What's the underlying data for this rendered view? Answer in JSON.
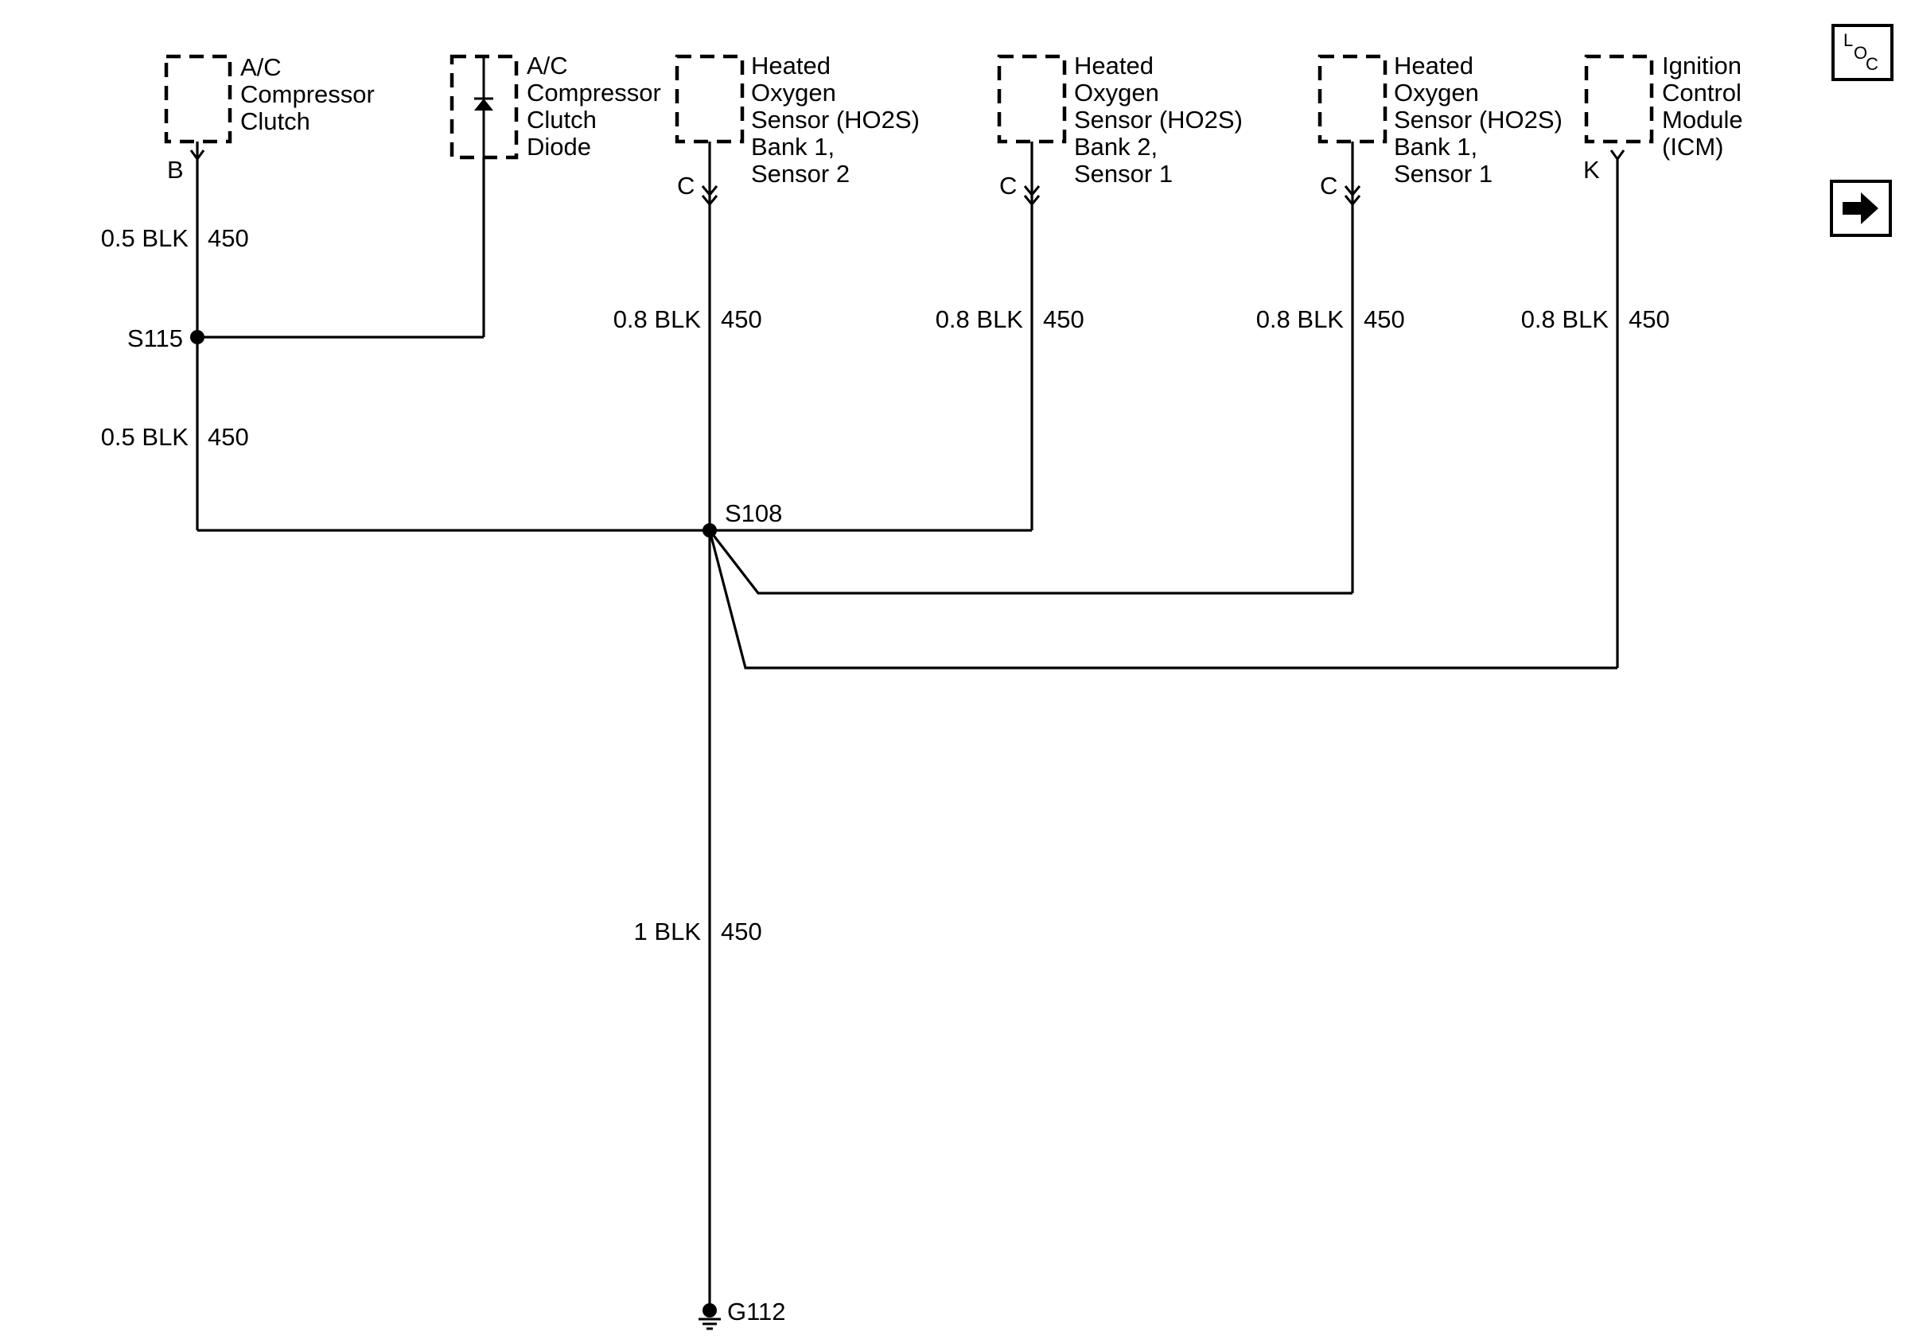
{
  "components": [
    {
      "id": "ac-clutch",
      "lines": [
        "A/C",
        "Compressor",
        "Clutch"
      ],
      "pin": "B"
    },
    {
      "id": "ac-diode",
      "lines": [
        "A/C",
        "Compressor",
        "Clutch",
        "Diode"
      ],
      "pin": ""
    },
    {
      "id": "ho2s-b1s2",
      "lines": [
        "Heated",
        "Oxygen",
        "Sensor (HO2S)",
        "Bank 1,",
        "Sensor 2"
      ],
      "pin": "C"
    },
    {
      "id": "ho2s-b2s1",
      "lines": [
        "Heated",
        "Oxygen",
        "Sensor (HO2S)",
        "Bank 2,",
        "Sensor 1"
      ],
      "pin": "C"
    },
    {
      "id": "ho2s-b1s1",
      "lines": [
        "Heated",
        "Oxygen",
        "Sensor (HO2S)",
        "Bank 1,",
        "Sensor 1"
      ],
      "pin": "C"
    },
    {
      "id": "icm",
      "lines": [
        "Ignition",
        "Control",
        "Module",
        "(ICM)"
      ],
      "pin": "K"
    }
  ],
  "wires": [
    {
      "id": "w-clutch",
      "size_color": "0.5 BLK",
      "circuit": "450"
    },
    {
      "id": "w-s115-s108",
      "size_color": "0.5 BLK",
      "circuit": "450"
    },
    {
      "id": "w-ho2s-b1s2",
      "size_color": "0.8 BLK",
      "circuit": "450"
    },
    {
      "id": "w-ho2s-b2s1",
      "size_color": "0.8 BLK",
      "circuit": "450"
    },
    {
      "id": "w-ho2s-b1s1",
      "size_color": "0.8 BLK",
      "circuit": "450"
    },
    {
      "id": "w-icm",
      "size_color": "0.8 BLK",
      "circuit": "450"
    },
    {
      "id": "w-ground",
      "size_color": "1 BLK",
      "circuit": "450"
    }
  ],
  "splices": {
    "s115": "S115",
    "s108": "S108"
  },
  "ground": "G112",
  "nav": {
    "location_icon": "location-icon",
    "next_icon": "arrow-right-icon",
    "loc_glyphs": [
      "L",
      "O",
      "C"
    ]
  }
}
